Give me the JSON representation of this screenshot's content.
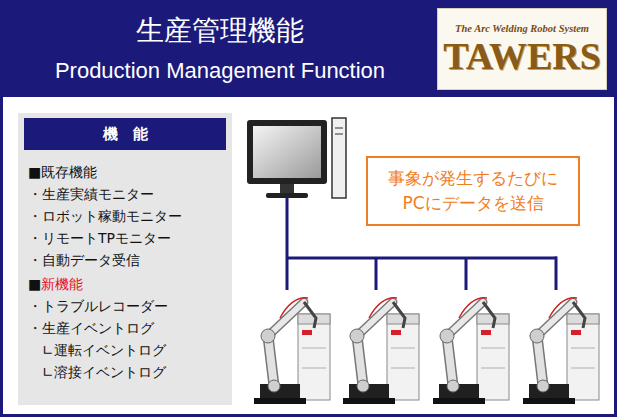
{
  "diagram": {
    "nodes": [
      {
        "text": [
          "生産管理機能",
          "Production Management Function"
        ]
      },
      {
        "text": [
          "The Arc Welding Robot System",
          "TAWERS"
        ],
        "in": 0
      },
      {
        "text": [
          "■既存機能",
          "・生産実績モニター",
          "・ロボット稼動モニター",
          "・リモートTPモニター",
          "・自動データ受信",
          "■",
          "新機能",
          "・トラブルレコーダー",
          "・生産イベントログ",
          "∟運転イベントログ",
          "∟溶接イベントログ"
        ]
      },
      {
        "text": [
          "機　能"
        ],
        "in": 2
      },
      {
        "text": [
          "事象が発生するたびに PCにデータを送信"
        ]
      }
    ]
  }
}
